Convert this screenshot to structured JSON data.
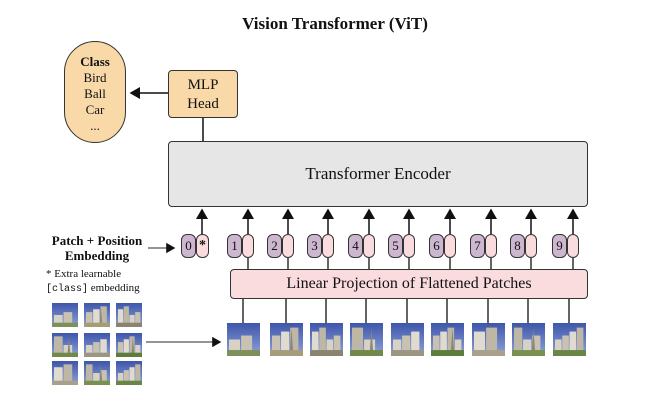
{
  "title": "Vision Transformer (ViT)",
  "class_box": {
    "heading": "Class",
    "items": [
      "Bird",
      "Ball",
      "Car",
      "..."
    ]
  },
  "mlp_head": {
    "line1": "MLP",
    "line2": "Head"
  },
  "encoder_label": "Transformer Encoder",
  "linear_projection_label": "Linear Projection of Flattened Patches",
  "patch_embedding_label": {
    "line1": "Patch + Position",
    "line2": "Embedding"
  },
  "extra_note": {
    "line1": "* Extra learnable",
    "line2_code": "[class]",
    "line2_text": "embedding"
  },
  "tokens": [
    "0",
    "1",
    "2",
    "3",
    "4",
    "5",
    "6",
    "7",
    "8",
    "9"
  ],
  "class_token_marker": "*",
  "colors": {
    "class_fill": "#f8d9a7",
    "encoder_fill": "#e6e6e6",
    "projection_fill": "#fadcde",
    "position_fill": "#cdb6cf",
    "sky_blue": "#4f68b8"
  }
}
